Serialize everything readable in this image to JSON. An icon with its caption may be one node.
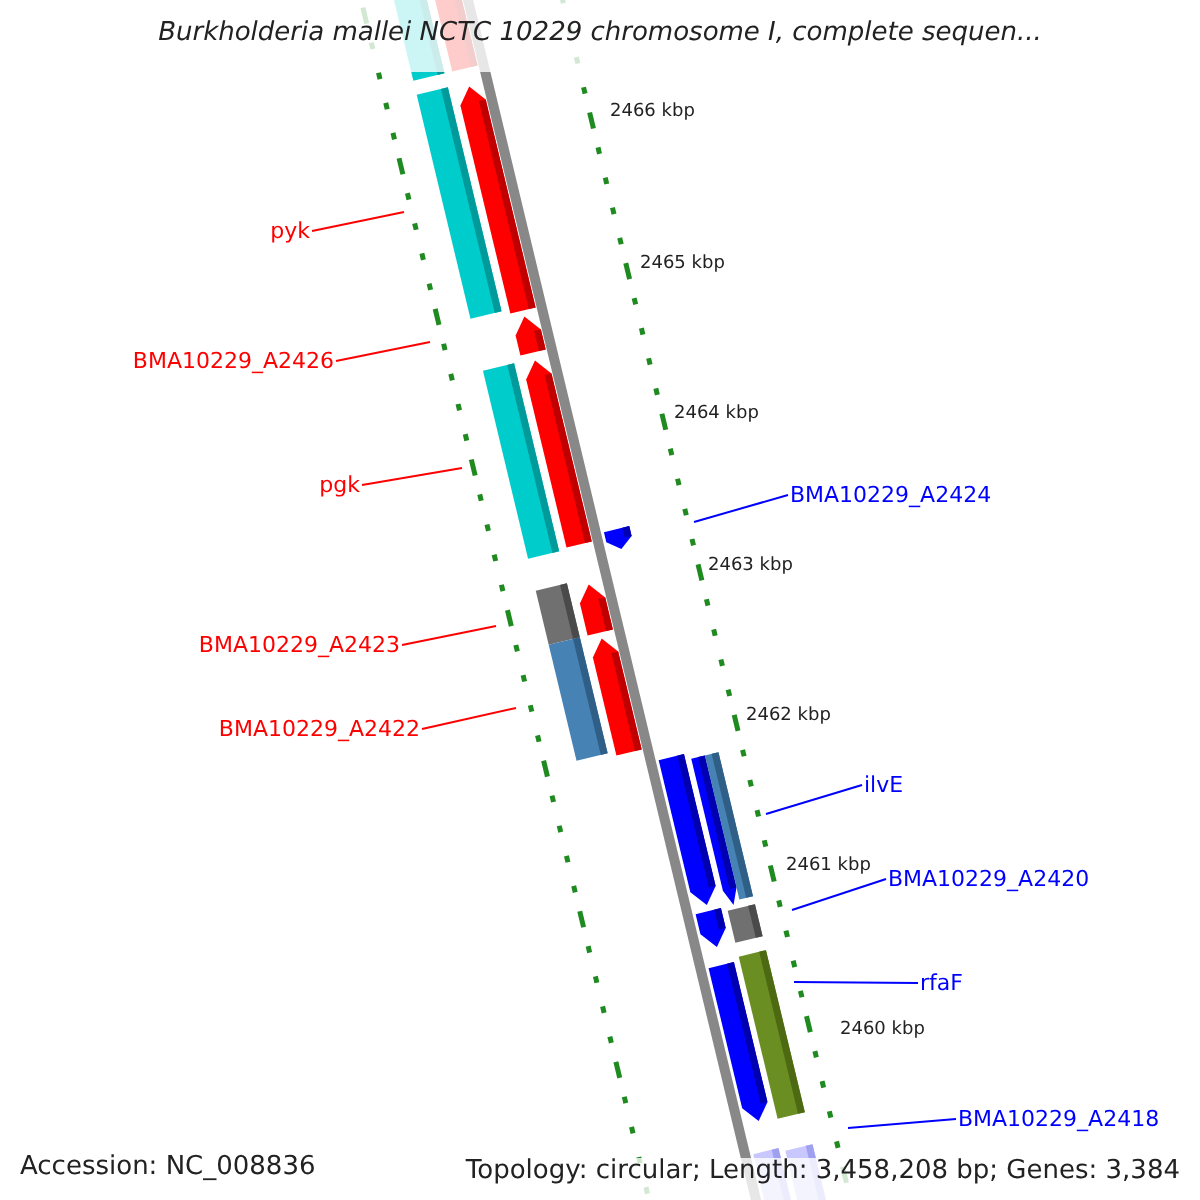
{
  "diagram": {
    "title": "Burkholderia mallei NCTC 10229 chromosome I, complete sequen...",
    "nodes": [
      {
        "text": [
          "pyk"
        ]
      },
      {
        "text": [
          "BMA10229_A2426"
        ]
      },
      {
        "text": [
          "pgk"
        ]
      },
      {
        "text": [
          "BMA10229_A2424"
        ]
      },
      {
        "text": [
          "BMA10229_A2423"
        ]
      },
      {
        "text": [
          "BMA10229_A2422"
        ]
      },
      {
        "text": [
          "ilvE"
        ]
      },
      {
        "text": [
          "BMA10229_A2420"
        ]
      },
      {
        "text": [
          "rfaF"
        ]
      },
      {
        "text": [
          "BMA10229_A2418"
        ]
      }
    ],
    "edges": [
      {
        "from": 0,
        "to": null,
        "arrow": "none"
      },
      {
        "from": 1,
        "to": null,
        "arrow": "none"
      },
      {
        "from": 2,
        "to": null,
        "arrow": "none"
      },
      {
        "from": 3,
        "to": null,
        "arrow": "none",
        "color": "#0000ff"
      },
      {
        "from": 4,
        "to": null,
        "arrow": "none"
      },
      {
        "from": 5,
        "to": null,
        "arrow": "none"
      },
      {
        "from": 6,
        "to": null,
        "arrow": "none",
        "color": "#0000ff"
      },
      {
        "from": 7,
        "to": null,
        "arrow": "none",
        "color": "#0000ff"
      },
      {
        "from": 8,
        "to": null,
        "arrow": "none",
        "color": "#0000ff"
      },
      {
        "from": 9,
        "to": null,
        "arrow": "none",
        "color": "#0000ff"
      }
    ],
    "labels": [
      "2466 kbp",
      "2465 kbp",
      "2464 kbp",
      "2463 kbp",
      "2462 kbp",
      "2461 kbp",
      "2460 kbp",
      "Accession: NC_008836",
      "Topology: circular; Length: 3,458,208 bp; Genes: 3,384"
    ]
  }
}
